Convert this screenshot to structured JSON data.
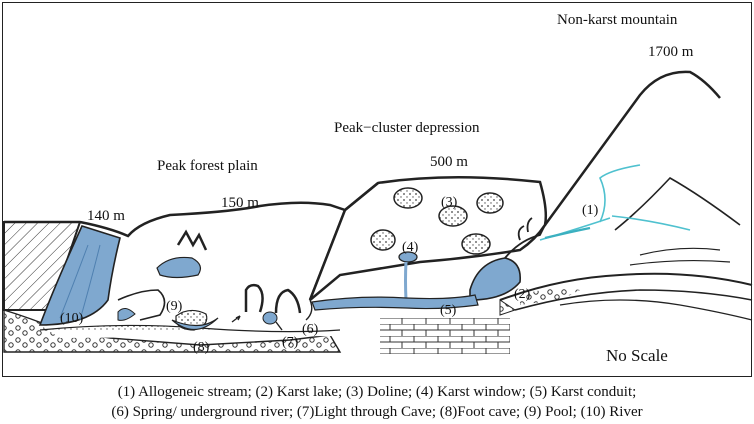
{
  "diagram": {
    "regions": {
      "non_karst": "Non-karst mountain",
      "peak_cluster": "Peak−cluster depression",
      "peak_forest": "Peak forest plain"
    },
    "elevations": {
      "e1700": "1700 m",
      "e500": "500 m",
      "e150": "150 m",
      "e140": "140 m"
    },
    "markers": {
      "m1": "(1)",
      "m2": "(2)",
      "m3": "(3)",
      "m4": "(4)",
      "m5": "(5)",
      "m6": "(6)",
      "m7": "(7)",
      "m8": "(8)",
      "m9": "(9)",
      "m10": "(10)"
    },
    "scale_note": "No Scale",
    "colors": {
      "water": "#7fa8cf",
      "water_dark": "#5a8ebf",
      "sediment": "#f3e9b8",
      "stream": "#4fc1cf"
    }
  },
  "caption": {
    "line1": "(1) Allogeneic stream; (2) Karst lake; (3) Doline; (4) Karst window; (5) Karst conduit;",
    "line2": "(6) Spring/ underground river; (7)Light through Cave; (8)Foot cave; (9) Pool; (10) River"
  }
}
